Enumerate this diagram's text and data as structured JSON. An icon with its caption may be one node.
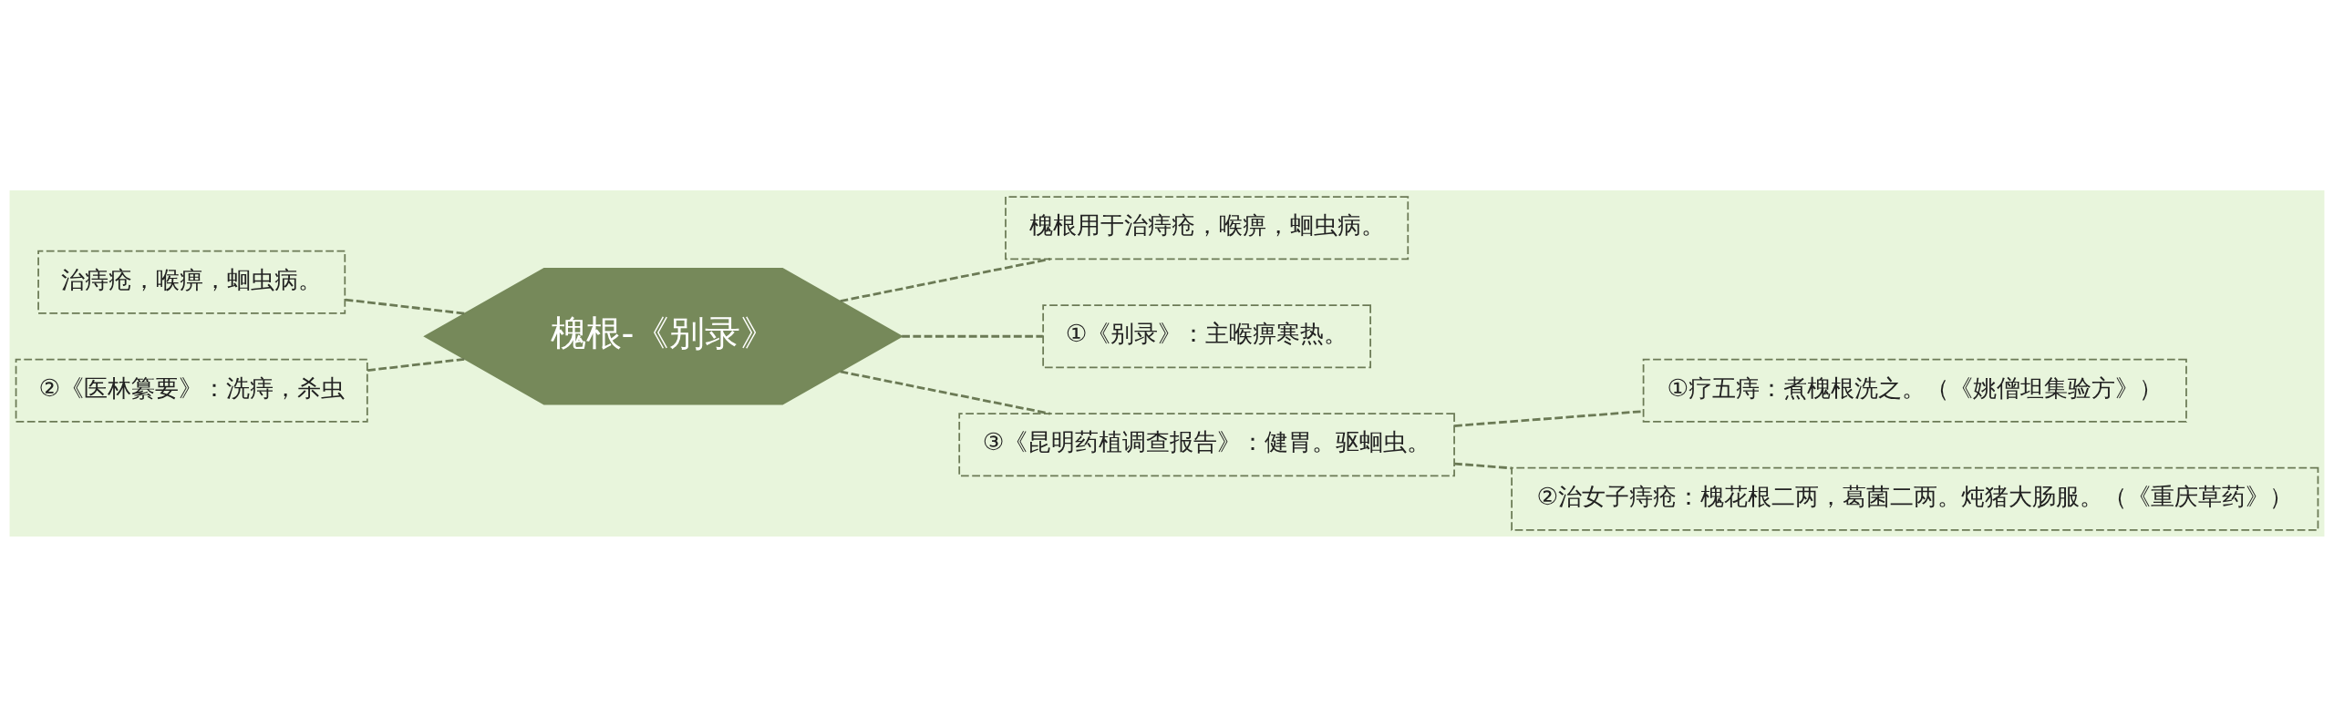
{
  "diagram": {
    "nodes": [
      {
        "text": [
          "槐根-《别录》"
        ]
      },
      {
        "text": [
          "治痔疮，喉痹，蛔虫病。"
        ]
      },
      {
        "text": [
          "②《医林纂要》：洗痔，杀虫"
        ]
      },
      {
        "text": [
          "槐根用于治痔疮，喉痹，蛔虫病。"
        ]
      },
      {
        "text": [
          "①《别录》：主喉痹寒热。"
        ]
      },
      {
        "text": [
          "③《昆明药植调查报告》：健胃。驱蛔虫。"
        ]
      },
      {
        "text": [
          "①疗五痔：煮槐根洗之。（《姚僧坦集验方》）"
        ]
      },
      {
        "text": [
          "②治女子痔疮：槐花根二两，葛菌二两。炖猪大肠服。（《重庆草药》）"
        ]
      }
    ],
    "edges": [
      {
        "from": 1,
        "to": 0,
        "arrow": "none",
        "style": "dashed"
      },
      {
        "from": 2,
        "to": 0,
        "arrow": "none",
        "style": "dashed"
      },
      {
        "from": 0,
        "to": 3,
        "arrow": "none",
        "style": "dashed"
      },
      {
        "from": 0,
        "to": 4,
        "arrow": "none",
        "style": "dashed"
      },
      {
        "from": 0,
        "to": 5,
        "arrow": "none",
        "style": "dashed"
      },
      {
        "from": 5,
        "to": 6,
        "arrow": "none",
        "style": "dashed"
      },
      {
        "from": 5,
        "to": 7,
        "arrow": "none",
        "style": "dashed"
      }
    ]
  }
}
